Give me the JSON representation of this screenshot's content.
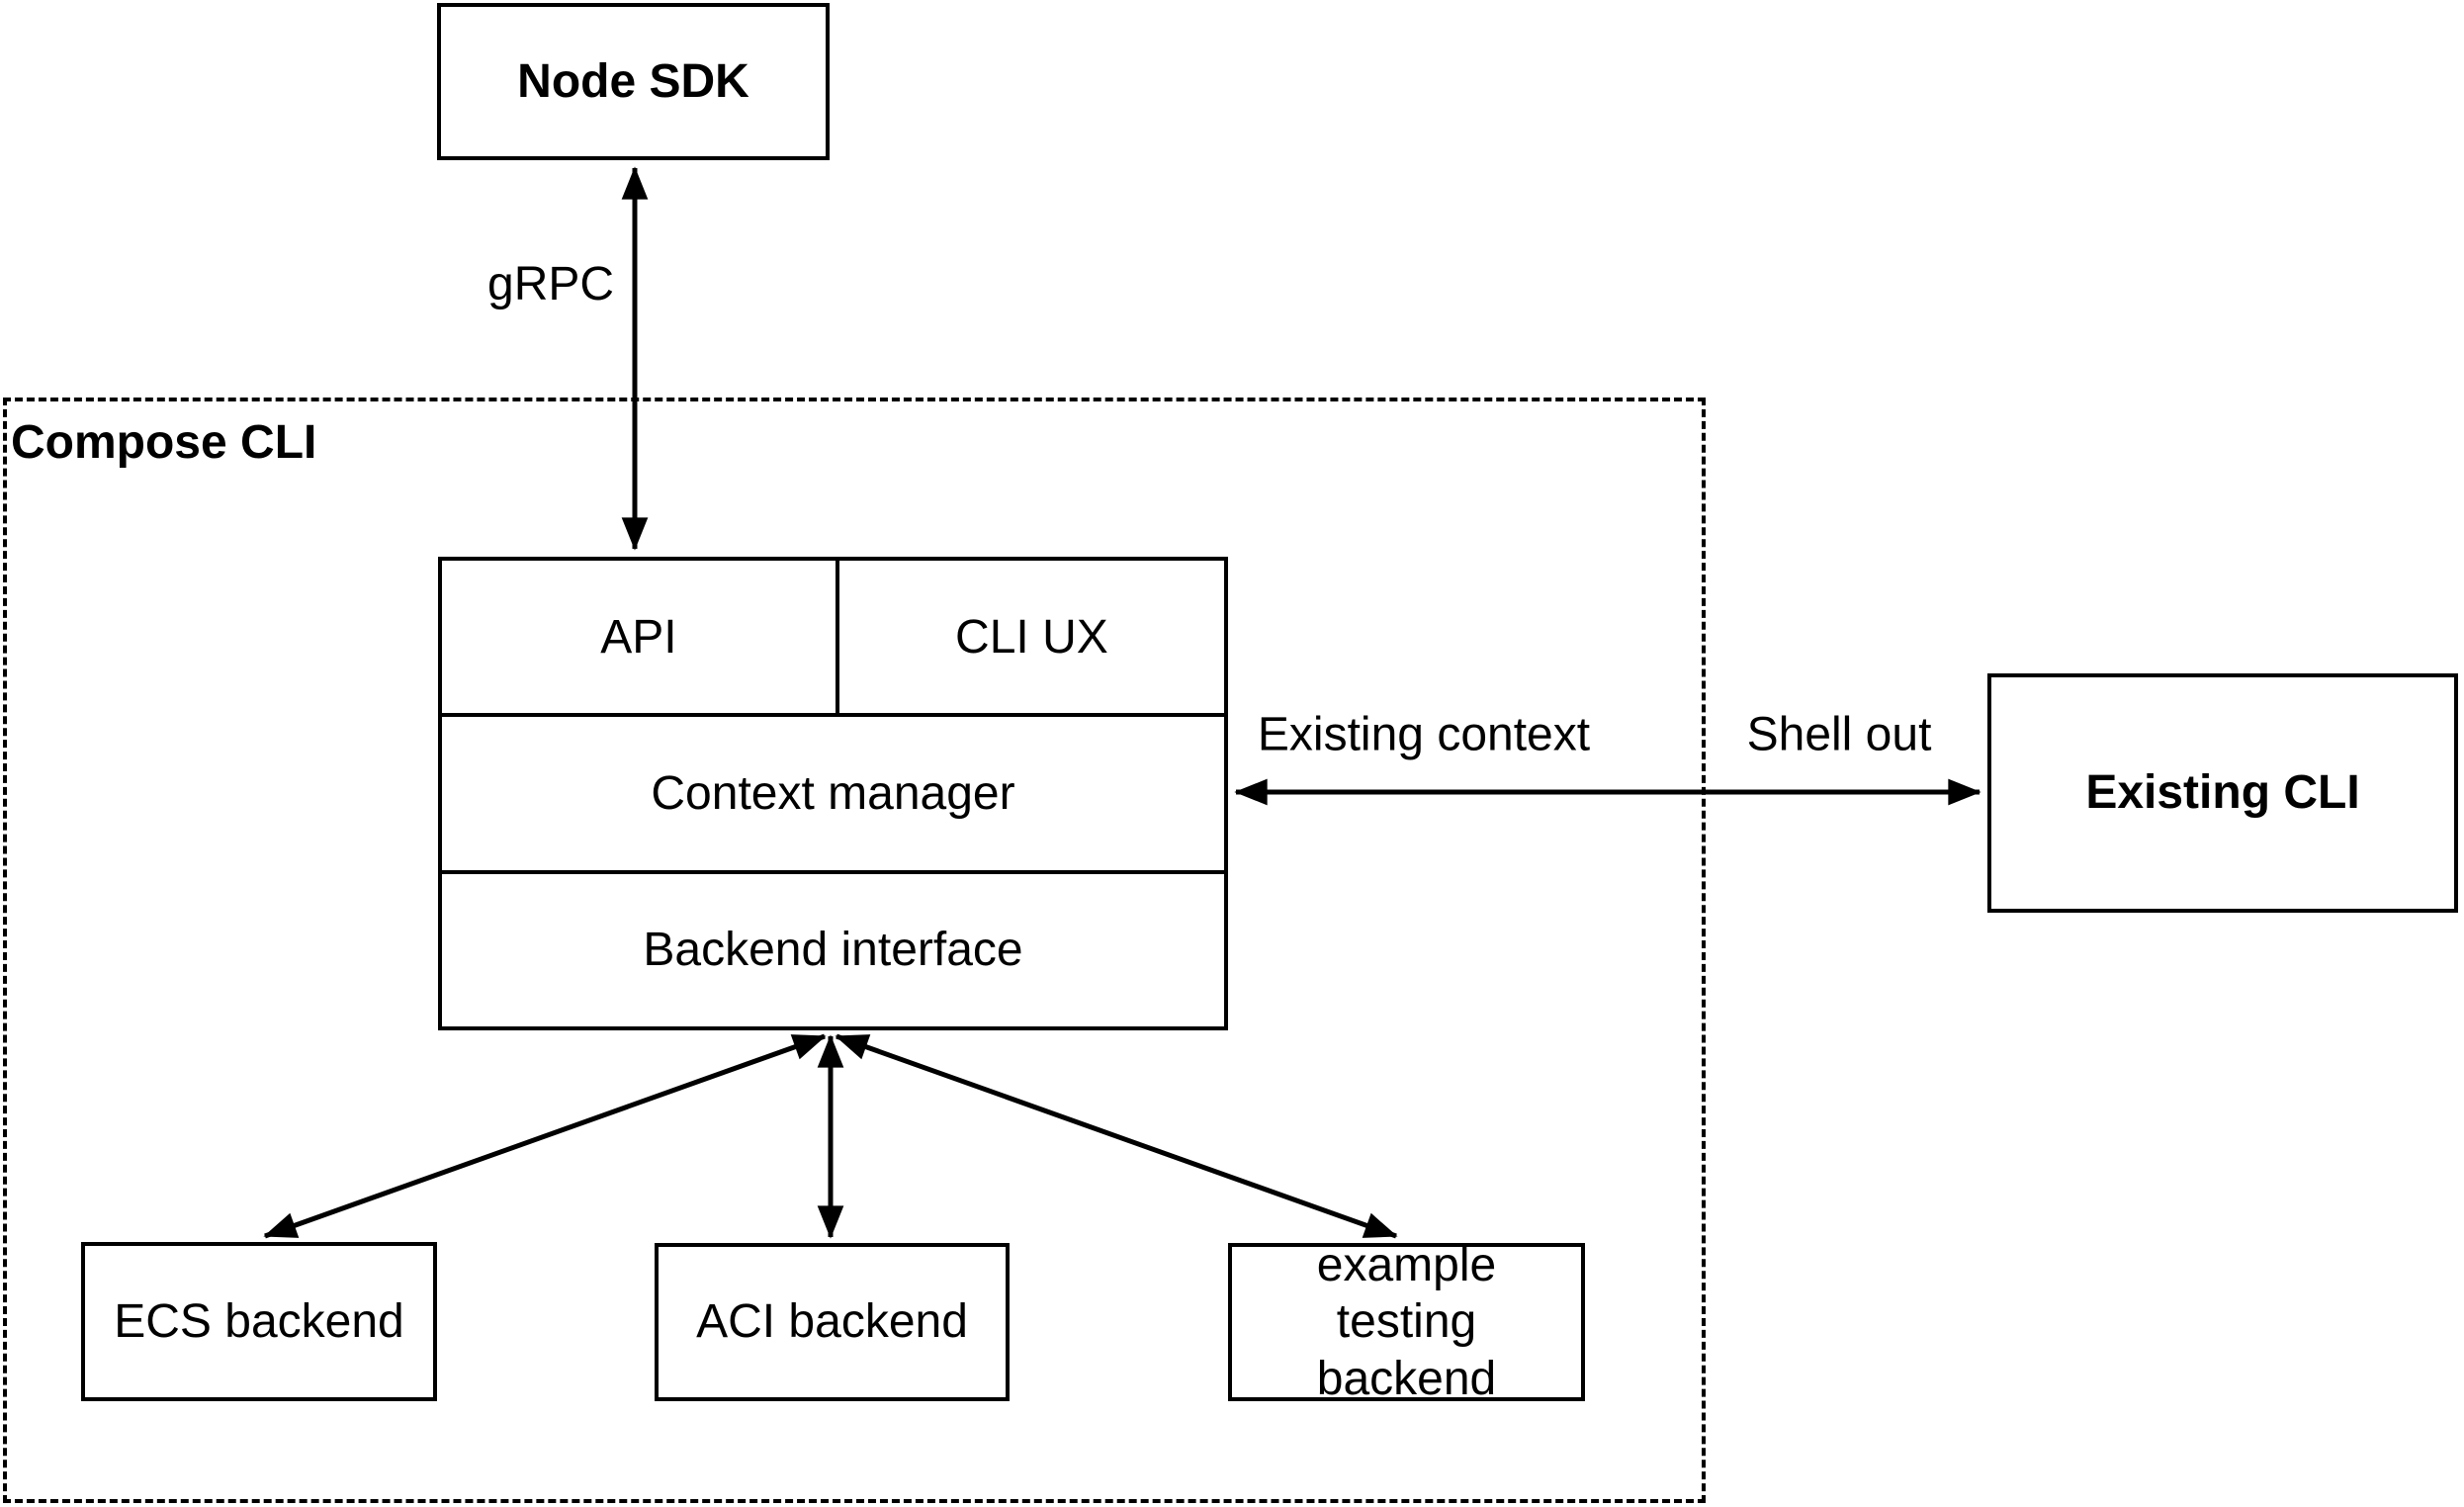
{
  "diagram": {
    "container": {
      "label": "Compose CLI"
    },
    "nodes": {
      "node_sdk": "Node SDK",
      "api": "API",
      "cli_ux": "CLI UX",
      "context_manager": "Context manager",
      "backend_interface": "Backend interface",
      "existing_cli": "Existing CLI",
      "ecs_backend": "ECS backend",
      "aci_backend": "ACI backend",
      "example_testing_backend": "example testing backend"
    },
    "edge_labels": {
      "grpc": "gRPC",
      "existing_context": "Existing context",
      "shell_out": "Shell out"
    },
    "colors": {
      "stroke": "#000000",
      "background": "#ffffff",
      "text": "#000000"
    }
  }
}
